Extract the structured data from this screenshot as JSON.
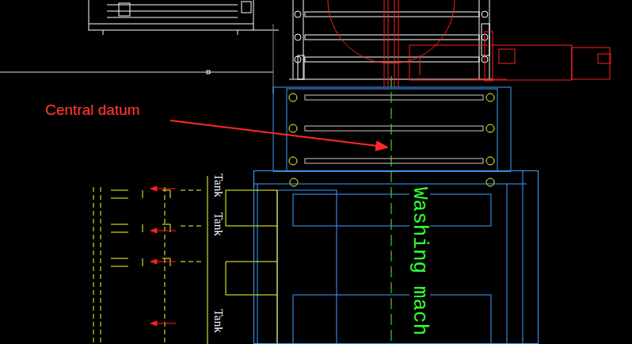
{
  "diagram": {
    "nodes": [
      {
        "text": [
          "Washing mach"
        ]
      }
    ],
    "labels": [
      "Central datum",
      "Tank",
      "Tank",
      "Tank"
    ]
  }
}
